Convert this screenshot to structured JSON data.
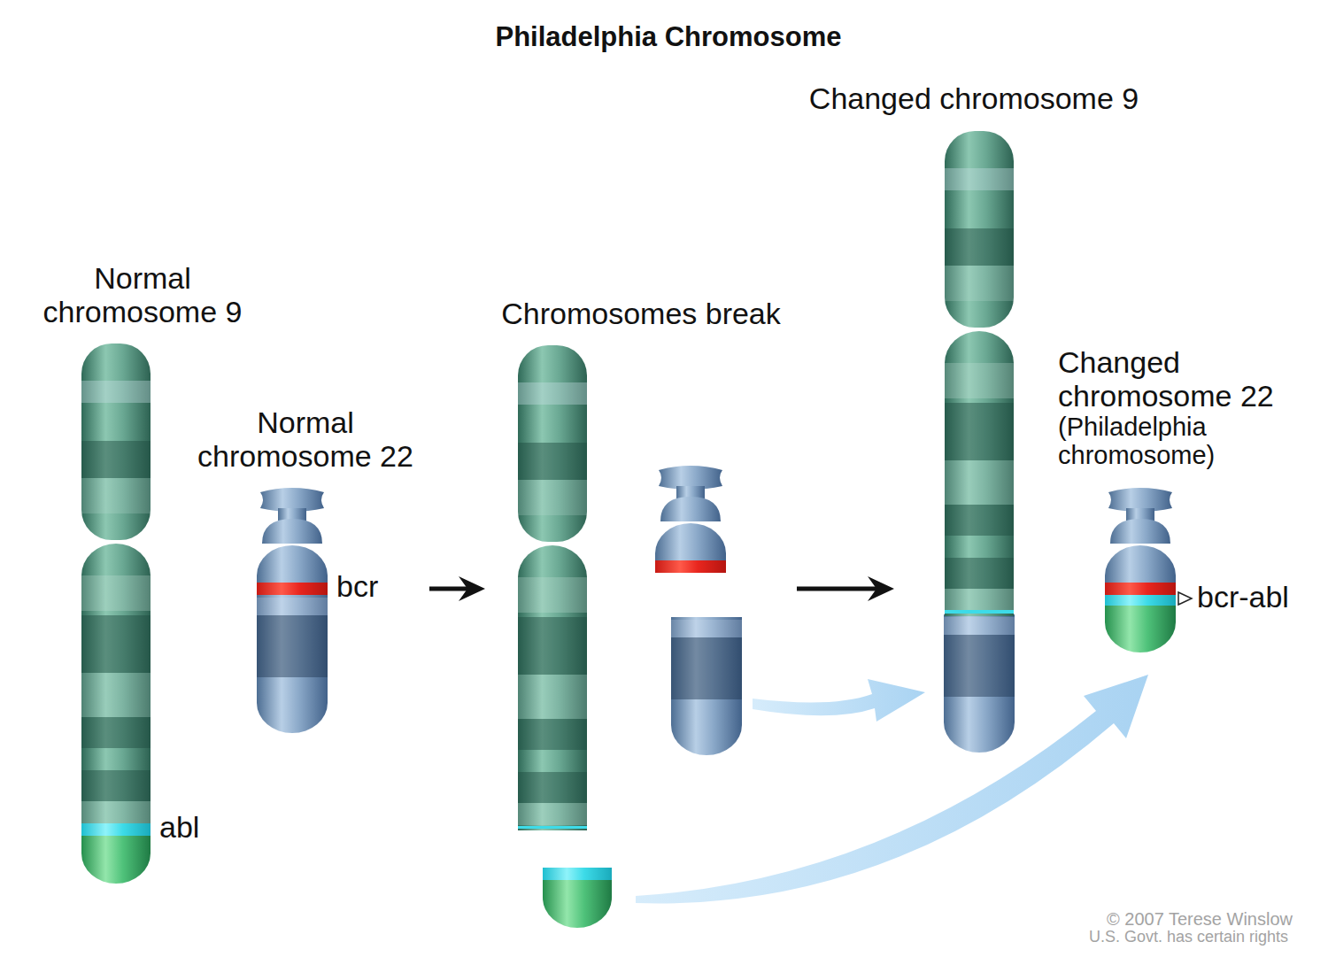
{
  "diagram": {
    "title": "Philadelphia Chromosome",
    "nodes": [
      {
        "text": [
          "Normal chromosome 9",
          "abl"
        ]
      },
      {
        "text": [
          "Normal chromosome 22",
          "bcr"
        ]
      },
      {
        "text": [
          "Chromosomes break"
        ]
      },
      {
        "text": [
          "Changed chromosome 9"
        ]
      },
      {
        "text": [
          "Changed chromosome 22",
          "(Philadelphia chromosome)",
          "bcr-abl"
        ]
      }
    ],
    "edges": [
      {
        "from": 1,
        "to": 2,
        "arrow": "to"
      },
      {
        "from": 2,
        "to": 3,
        "arrow": "to"
      }
    ],
    "labels": [
      "© 2007 Terese Winslow",
      "U.S. Govt. has certain rights"
    ]
  }
}
